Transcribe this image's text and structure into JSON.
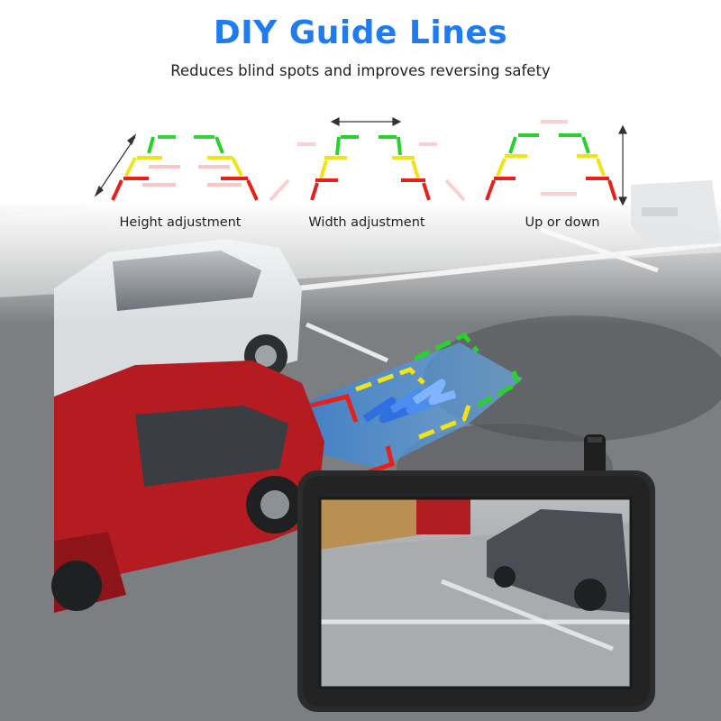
{
  "header": {
    "title": "DIY Guide Lines",
    "subtitle": "Reduces blind spots and improves reversing safety"
  },
  "adjustments": [
    {
      "label": "Height adjustment"
    },
    {
      "label": "Width adjustment"
    },
    {
      "label": "Up or down"
    }
  ],
  "colors": {
    "title": "#1f7cf0",
    "guide_red": "#e8201c",
    "guide_yellow": "#f2e316",
    "guide_green": "#27d32b",
    "monitor": "#2b2b2b"
  },
  "icons": [
    "double-arrow-horizontal-icon",
    "double-arrow-vertical-icon",
    "double-arrow-diagonal-icon",
    "chevron-arrows-icon"
  ]
}
